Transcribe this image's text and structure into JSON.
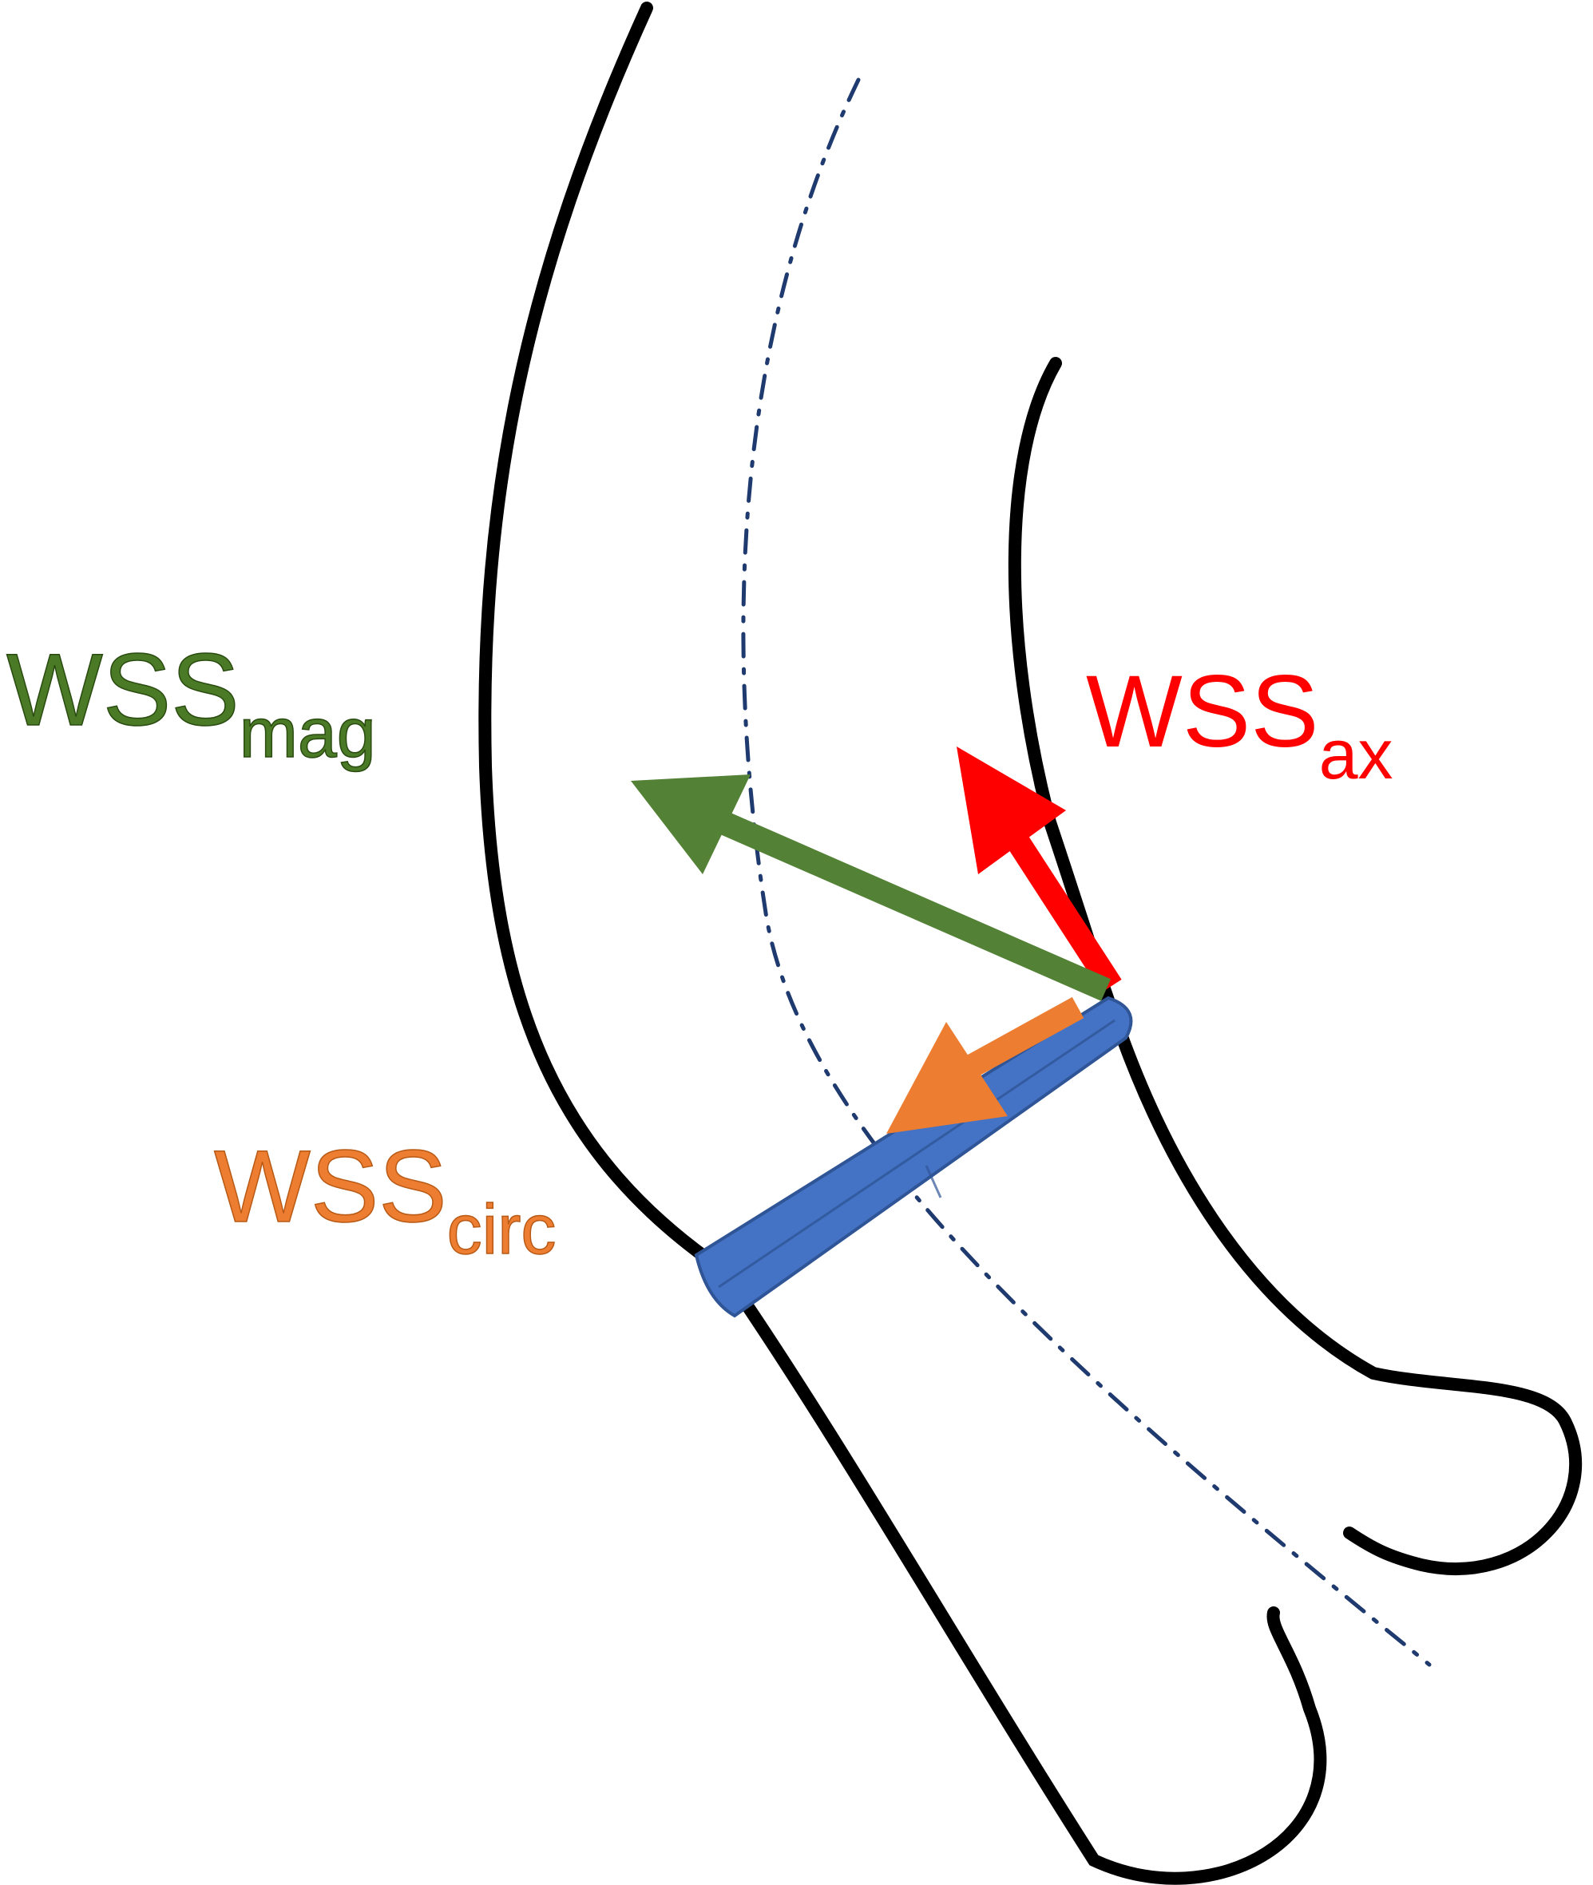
{
  "labels": {
    "mag": {
      "main": "WSS",
      "sub": "mag",
      "color": "#4a7a26"
    },
    "ax": {
      "main": "WSS",
      "sub": "ax",
      "color": "#ff0000"
    },
    "circ": {
      "main": "WSS",
      "sub": "circ",
      "color": "#ed7d31"
    }
  },
  "colors": {
    "vessel_wall": "#000000",
    "centerline": "#1f3a6e",
    "cross_section": "#4472c4",
    "vector_mag": "#538135",
    "vector_ax": "#ff0000",
    "vector_circ": "#ed7d31"
  }
}
